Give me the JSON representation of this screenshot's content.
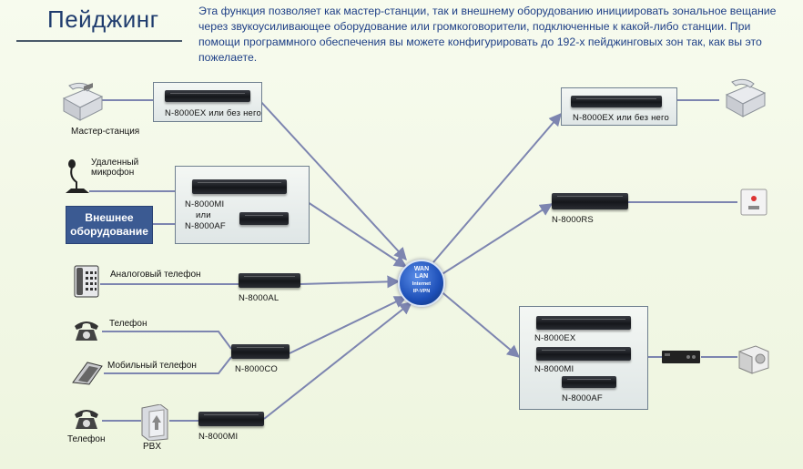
{
  "header": {
    "title": "Пейджинг",
    "description": "Эта функция позволяет как мастер-станции, так и внешнему оборудованию инициировать зональное вещание через звукоусиливающее оборудование или громкоговорители, подключенные к какой-либо станции. При помощи программного обеспечения вы можете конфигурировать до 192-х пейджинговых зон так, как вы это пожелаете."
  },
  "network": {
    "line1": "WAN",
    "line2": "LAN",
    "line3": "Internet",
    "line4": "IP-VPN"
  },
  "left": {
    "master_station_label": "Мастер-станция",
    "master_device": "N-8000EX или без него",
    "remote_mic_line1": "Удаленный",
    "remote_mic_line2": "микрофон",
    "external_line1": "Внешнее",
    "external_line2": "оборудование",
    "mi_device": "N-8000MI",
    "or_label": "или",
    "af_device": "N-8000AF",
    "analog_phone_label": "Аналоговый телефон",
    "al_device": "N-8000AL",
    "phone_label": "Телефон",
    "mobile_label": "Мобильный телефон",
    "co_device": "N-8000CO",
    "phone2_label": "Телефон",
    "pbx_label": "PBX",
    "mi2_device": "N-8000MI"
  },
  "right": {
    "ex_device": "N-8000EX или без него",
    "rs_device": "N-8000RS",
    "ex2_device": "N-8000EX",
    "mi_device": "N-8000MI",
    "af_device": "N-8000AF"
  },
  "colors": {
    "title": "#1f3c6e",
    "description": "#1e3f86",
    "line": "#7d85b0",
    "external_button": "#3b5a92",
    "hub": "#1d4fb8"
  },
  "icons": [
    "telephone-icon",
    "microphone-icon",
    "analog-phone-icon",
    "mobile-phone-icon",
    "pbx-icon",
    "call-station-icon",
    "amplifier-icon",
    "speaker-icon"
  ]
}
